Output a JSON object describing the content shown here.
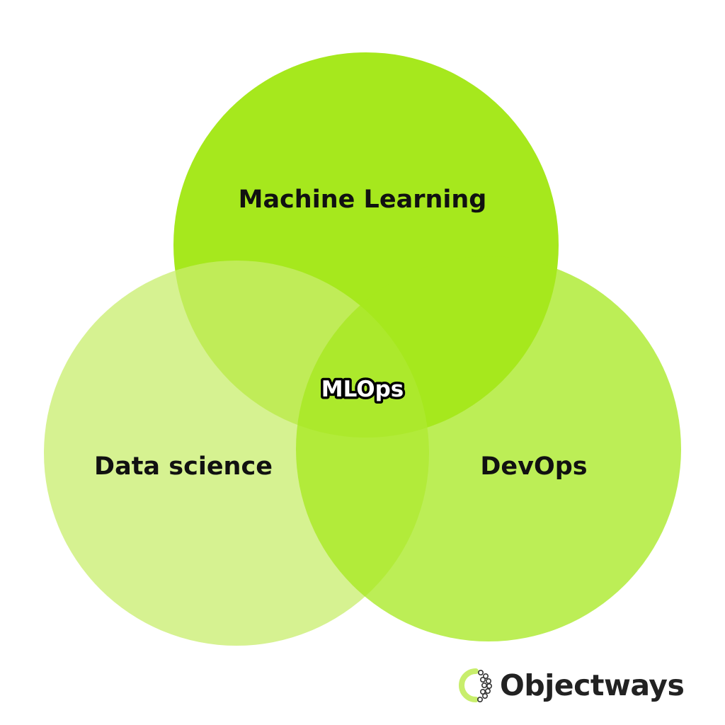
{
  "diagram": {
    "sets": [
      {
        "label": "Machine Learning",
        "color": "#a6e81d",
        "opacity": 1.0
      },
      {
        "label": "Data science",
        "color": "#c8ee6c",
        "opacity": 0.75
      },
      {
        "label": "DevOps",
        "color": "#a6e81d",
        "opacity": 0.75
      }
    ],
    "center_label": "MLOps"
  },
  "brand": {
    "name": "Objectways",
    "accent_color": "#c8ee6c",
    "icon": "objectways-logo-icon"
  }
}
